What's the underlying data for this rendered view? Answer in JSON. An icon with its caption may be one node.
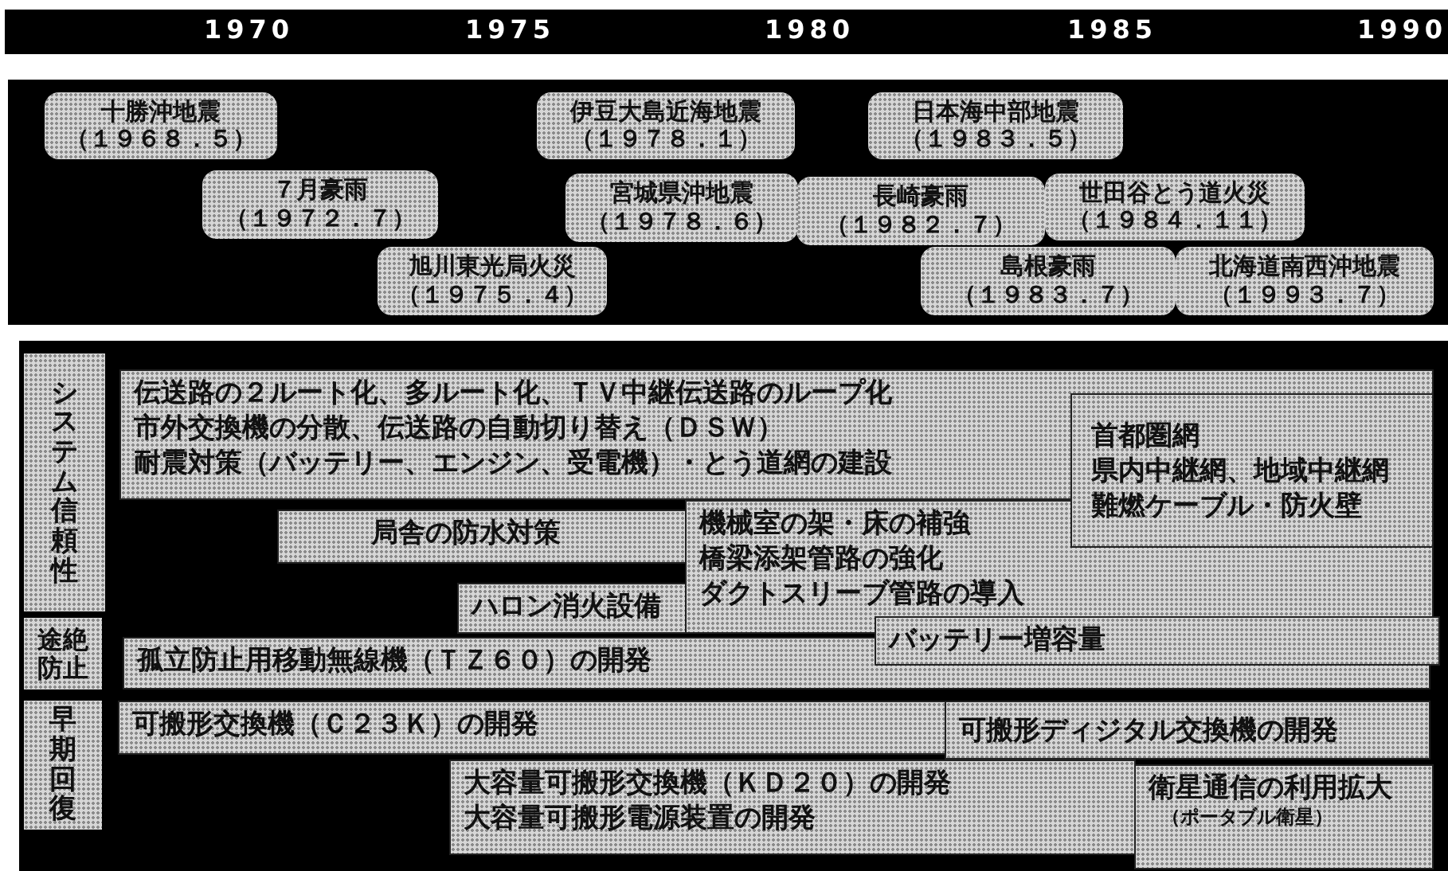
{
  "diagram": {
    "nodes": [
      {
        "text": [
          "十勝沖地震",
          "（１９６８．５）"
        ]
      },
      {
        "text": [
          "伊豆大島近海地震",
          "（１９７８．１）"
        ]
      },
      {
        "text": [
          "日本海中部地震",
          "（１９８３．５）"
        ]
      },
      {
        "text": [
          "７月豪雨",
          "（１９７２．７）"
        ]
      },
      {
        "text": [
          "宮城県沖地震",
          "（１９７８．６）"
        ]
      },
      {
        "text": [
          "長崎豪雨",
          "（１９８２．７）"
        ]
      },
      {
        "text": [
          "世田谷とう道火災",
          "（１９８４．１１）"
        ]
      },
      {
        "text": [
          "旭川東光局火災",
          "（１９７５．４）"
        ]
      },
      {
        "text": [
          "島根豪雨",
          "（１９８３．７）"
        ]
      },
      {
        "text": [
          "北海道南西沖地震",
          "（１９９３．７）"
        ]
      },
      {
        "text": [
          "システム信頼性"
        ]
      },
      {
        "text": [
          "伝送路の２ルート化、多ルート化、ＴＶ中継伝送路のループ化",
          "市外交換機の分散、伝送路の自動切り替え（ＤＳＷ）",
          "耐震対策（バッテリー、エンジン、受電機）・とう道網の建設"
        ]
      },
      {
        "text": [
          "首都圏網",
          "県内中継網、地域中継網",
          "難燃ケーブル・防火壁"
        ]
      },
      {
        "text": [
          "局舎の防水対策"
        ]
      },
      {
        "text": [
          "機械室の架・床の補強",
          "橋梁添架管路の強化",
          "ダクトスリーブ管路の導入"
        ]
      },
      {
        "text": [
          "ハロン消火設備"
        ]
      },
      {
        "text": [
          "途絶防止"
        ]
      },
      {
        "text": [
          "孤立防止用移動無線機（ＴＺ６０）の開発"
        ]
      },
      {
        "text": [
          "バッテリー増容量"
        ]
      },
      {
        "text": [
          "早期回復"
        ]
      },
      {
        "text": [
          "可搬形交換機（Ｃ２３Ｋ）の開発"
        ]
      },
      {
        "text": [
          "可搬形ディジタル交換機の開発"
        ]
      },
      {
        "text": [
          "大容量可搬形交換機（ＫＤ２０）の開発",
          "大容量可搬形電源装置の開発"
        ]
      },
      {
        "text": [
          "衛星通信の利用拡大",
          "（ポータブル衛星）"
        ]
      }
    ],
    "labels": [
      "1970",
      "1975",
      "1980",
      "1985",
      "1990"
    ]
  }
}
